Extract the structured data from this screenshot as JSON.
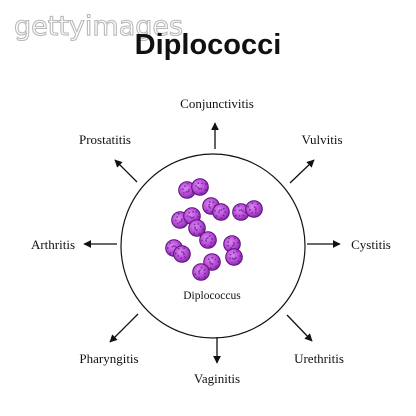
{
  "watermark": "gettyimages",
  "title": "Diplococci",
  "center": {
    "label": "Diplococcus"
  },
  "colors": {
    "coccus_fill": "#b84ad8",
    "coccus_dots": "#6a1a8e",
    "coccus_edge": "#5a1278",
    "circle_stroke": "#111111",
    "text": "#111111"
  },
  "conditions": {
    "top": "Conjunctivitis",
    "top_left": "Prostatitis",
    "top_right": "Vulvitis",
    "left": "Arthritis",
    "right": "Cystitis",
    "bottom_left": "Pharyngitis",
    "bottom": "Vaginitis",
    "bottom_right": "Urethritis"
  },
  "icons": {
    "arrow": "arrow-icon",
    "coccus": "coccus-icon"
  }
}
